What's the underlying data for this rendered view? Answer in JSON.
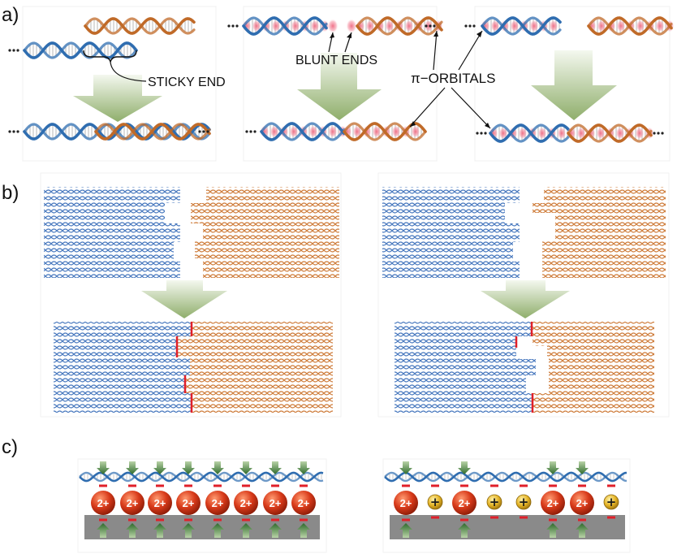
{
  "panels": {
    "a": {
      "label": "a)"
    },
    "b": {
      "label": "b)"
    },
    "c": {
      "label": "c)"
    }
  },
  "annotations": {
    "sticky_end": "STICKY END",
    "blunt_ends": "BLUNT ENDS",
    "pi_orbitals": "π−ORBITALS"
  },
  "ions": {
    "divalent_label": "2+",
    "monovalent_label": "+",
    "charge_mark": "−"
  },
  "colors": {
    "dna_blue": "#2f6db0",
    "dna_orange": "#c06a28",
    "lattice_blue": "#5b86c4",
    "lattice_orange": "#d38a4f",
    "pi_orbital": "#e8506a",
    "arrow_green": "#9bb57a",
    "ion_red": "#d2391b",
    "ion_yellow": "#e9b92b",
    "charge_red": "#e0202a",
    "surface_grey": "#8a8a8a",
    "force_arrow_green": "#3f7a3c",
    "seam_red": "#e0202a"
  },
  "icons": {
    "arrow": "down-arrow-icon",
    "ion": "cation-sphere-icon",
    "force": "force-arrow-icon"
  }
}
